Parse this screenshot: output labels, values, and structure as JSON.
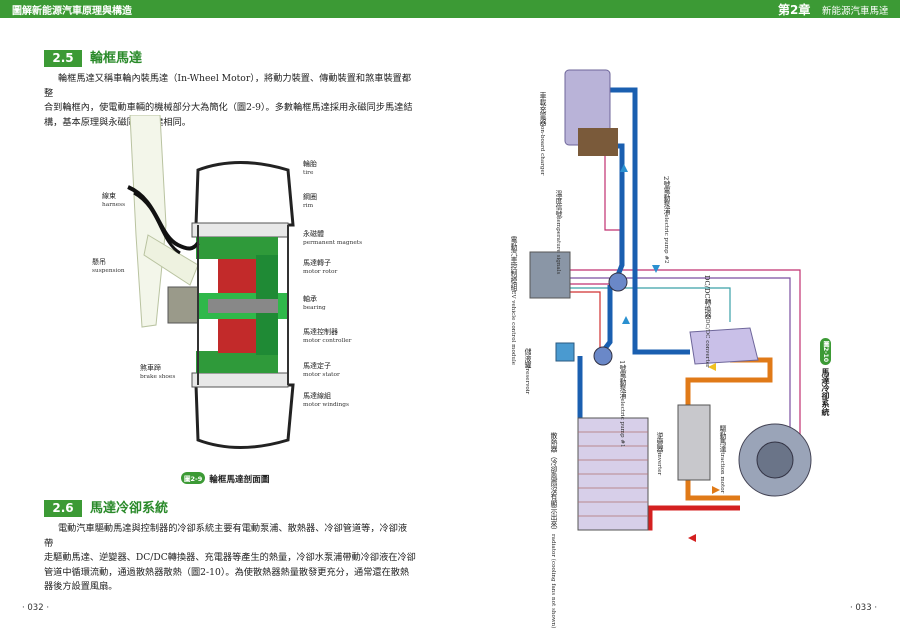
{
  "header": {
    "left_title": "圖解新能源汽車原理與構造",
    "chapter": "第2章",
    "chapter_title": "新能源汽車馬達"
  },
  "section_25": {
    "number": "2.5",
    "title": "輪框馬達",
    "paragraph": [
      "輪框馬達又稱車輪內裝馬達（In-Wheel Motor），將動力裝置、傳動裝置和煞車裝置都整",
      "合到輪框內，使電動車輛的機械部分大為簡化（圖2-9）。多數輪框馬達採用永磁同步馬達結",
      "構，基本原理與永磁同步馬達相同。"
    ]
  },
  "figure_29": {
    "tag": "圖2-9",
    "caption": "輪框馬達剖面圖",
    "labels": [
      {
        "zh": "輪胎",
        "en": "tire"
      },
      {
        "zh": "鋼圈",
        "en": "rim"
      },
      {
        "zh": "永磁體",
        "en": "permanent magnets"
      },
      {
        "zh": "馬達轉子",
        "en": "motor rotor"
      },
      {
        "zh": "軸承",
        "en": "bearing"
      },
      {
        "zh": "馬達控制器",
        "en": "motor controller"
      },
      {
        "zh": "馬達定子",
        "en": "motor stator"
      },
      {
        "zh": "馬達線組",
        "en": "motor windings"
      },
      {
        "zh": "線束",
        "en": "harness"
      },
      {
        "zh": "懸吊",
        "en": "suspension"
      },
      {
        "zh": "煞車蹄",
        "en": "brake shoes"
      }
    ]
  },
  "section_26": {
    "number": "2.6",
    "title": "馬達冷卻系統",
    "paragraph": [
      "電動汽車驅動馬達與控制器的冷卻系統主要有電動泵浦、散熱器、冷卻管道等，冷卻液帶",
      "走驅動馬達、逆變器、DC/DC轉換器、充電器等產生的熱量，冷卻水泵浦帶動冷卻液在冷卻",
      "管道中循環流動，通過散熱器散熱（圖2-10）。為使散熱器熱量散發更充分，通常還在散熱",
      "器後方設置風扇。"
    ]
  },
  "figure_210": {
    "tag": "圖2-10",
    "caption": "馬達冷卻系統",
    "labels": [
      {
        "zh": "車載充電器",
        "en": "on-board charger"
      },
      {
        "zh": "溫度信號",
        "en": "temperature signals"
      },
      {
        "zh": "電動汽車控制模組",
        "en": "EV vehicle control module"
      },
      {
        "zh": "儲液罐",
        "en": "reservoir"
      },
      {
        "zh": "1號電動泵浦",
        "en": "electric pump #1"
      },
      {
        "zh": "2號電動泵浦",
        "en": "electric pump #2"
      },
      {
        "zh": "DC/DC轉換器",
        "en": "DC/DC converter"
      },
      {
        "zh": "散熱器（冷卻風扇沒有顯示出來）",
        "en": "radiator (cooling fans not shown)"
      },
      {
        "zh": "逆變器",
        "en": "inverter"
      },
      {
        "zh": "驅動馬達",
        "en": "traction motor"
      }
    ]
  },
  "page_numbers": {
    "left": "· 032 ·",
    "right": "· 033 ·"
  },
  "colors": {
    "brand_green": "#3c9a35",
    "hot_pipe": "#d42020",
    "cool_pipe": "#1a5fb0",
    "warm_pipe": "#e07a18"
  }
}
